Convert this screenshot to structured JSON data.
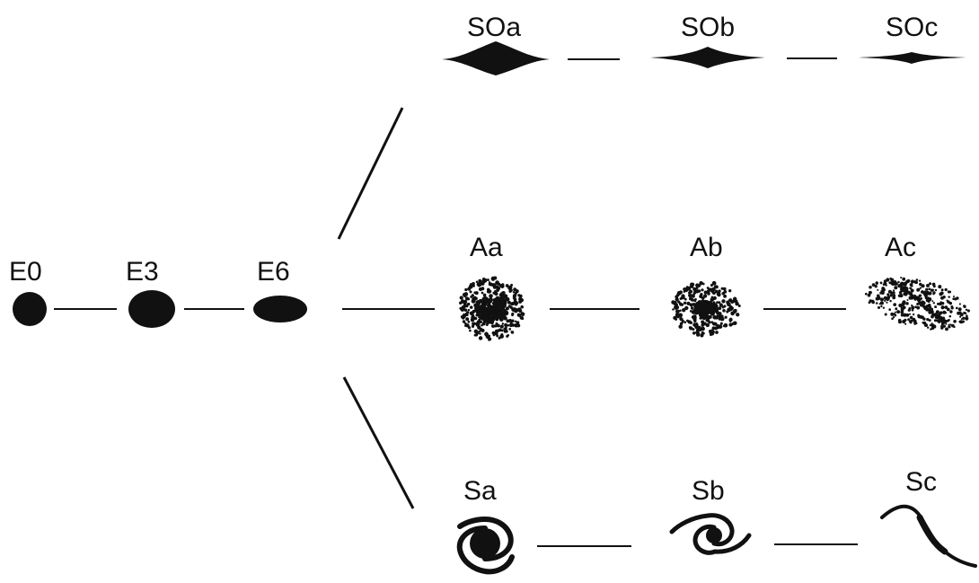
{
  "diagram": {
    "ink_color": "#111111",
    "background": "#ffffff",
    "labels": {
      "E0": "E0",
      "E3": "E3",
      "E6": "E6",
      "SOa": "SOa",
      "SOb": "SOb",
      "SOc": "SOc",
      "Aa": "Aa",
      "Ab": "Ab",
      "Ac": "Ac",
      "Sa": "Sa",
      "Sb": "Sb",
      "Sc": "Sc"
    }
  }
}
